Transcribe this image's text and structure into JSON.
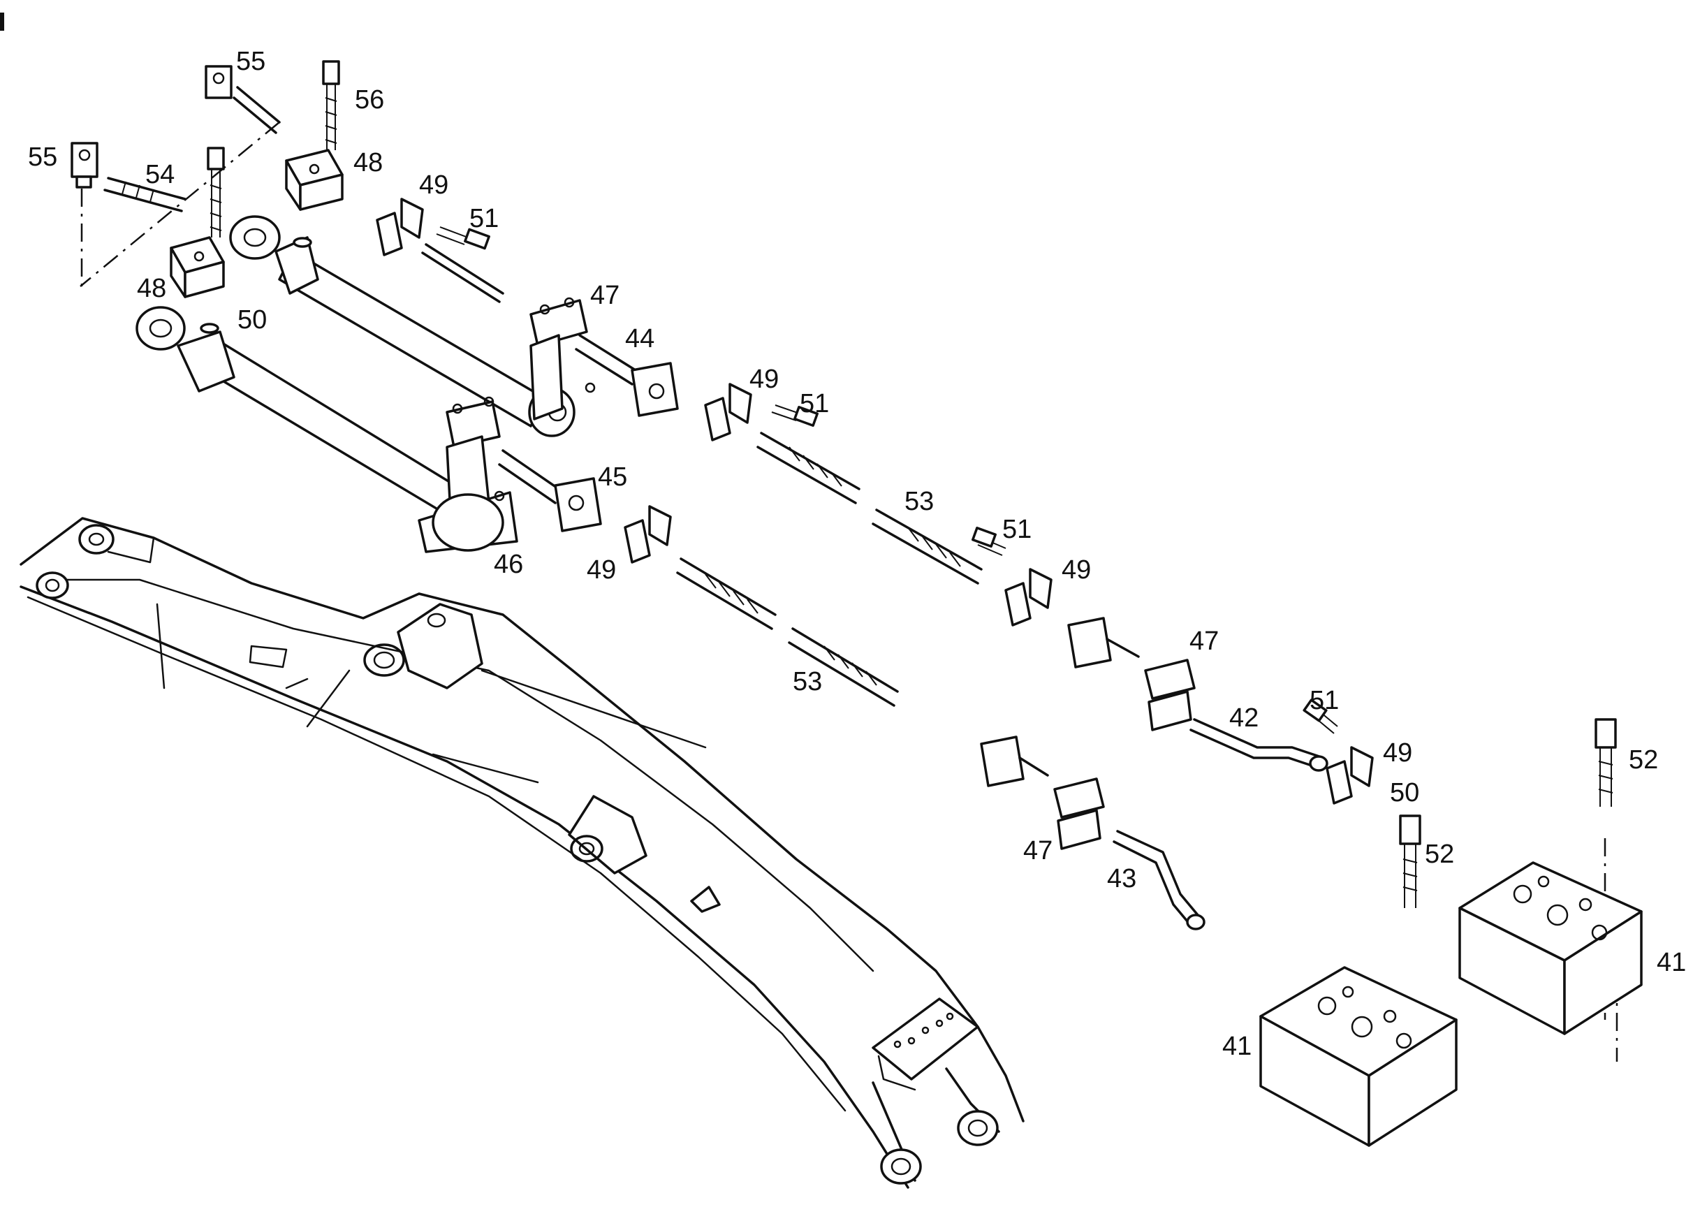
{
  "diagram": {
    "callouts": [
      {
        "id": "c55a",
        "text": "55"
      },
      {
        "id": "c56",
        "text": "56"
      },
      {
        "id": "c55b",
        "text": "55"
      },
      {
        "id": "c54",
        "text": "54"
      },
      {
        "id": "c48a",
        "text": "48"
      },
      {
        "id": "c49a",
        "text": "49"
      },
      {
        "id": "c51a",
        "text": "51"
      },
      {
        "id": "c48b",
        "text": "48"
      },
      {
        "id": "c50a",
        "text": "50"
      },
      {
        "id": "c47a",
        "text": "47"
      },
      {
        "id": "c44",
        "text": "44"
      },
      {
        "id": "c49b",
        "text": "49"
      },
      {
        "id": "c51b",
        "text": "51"
      },
      {
        "id": "c45",
        "text": "45"
      },
      {
        "id": "c46",
        "text": "46"
      },
      {
        "id": "c49c",
        "text": "49"
      },
      {
        "id": "c53a",
        "text": "53"
      },
      {
        "id": "c51c",
        "text": "51"
      },
      {
        "id": "c49d",
        "text": "49"
      },
      {
        "id": "c53b",
        "text": "53"
      },
      {
        "id": "c47b",
        "text": "47"
      },
      {
        "id": "c42",
        "text": "42"
      },
      {
        "id": "c51d",
        "text": "51"
      },
      {
        "id": "c49e",
        "text": "49"
      },
      {
        "id": "c50b",
        "text": "50"
      },
      {
        "id": "c52a",
        "text": "52"
      },
      {
        "id": "c52b",
        "text": "52"
      },
      {
        "id": "c47c",
        "text": "47"
      },
      {
        "id": "c43",
        "text": "43"
      },
      {
        "id": "c41a",
        "text": "41"
      },
      {
        "id": "c41b",
        "text": "41"
      }
    ]
  }
}
